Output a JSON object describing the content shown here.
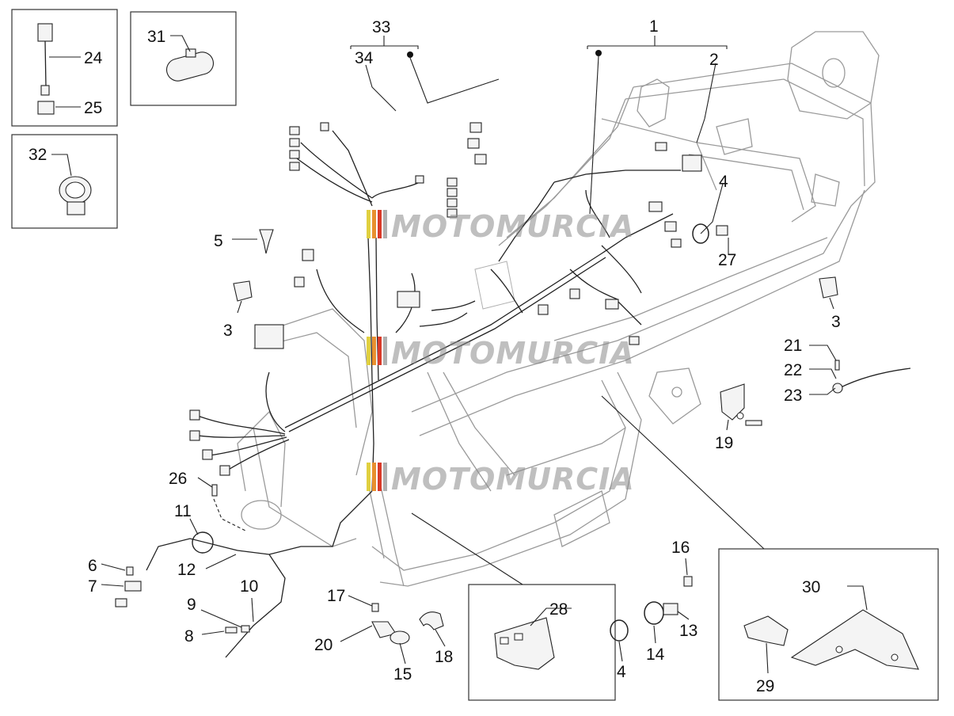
{
  "watermark": {
    "text": "MOTOMURCIA",
    "stripe_colors": [
      "#e0d040",
      "#e89030",
      "#d83a2a",
      "#b0b0b0"
    ]
  },
  "labels": {
    "l1": "1",
    "l2": "2",
    "l3a": "3",
    "l3b": "3",
    "l4a": "4",
    "l4b": "4",
    "l5": "5",
    "l6": "6",
    "l7": "7",
    "l8": "8",
    "l9": "9",
    "l10": "10",
    "l11": "11",
    "l12": "12",
    "l13": "13",
    "l14": "14",
    "l15": "15",
    "l16": "16",
    "l17": "17",
    "l18": "18",
    "l19": "19",
    "l20": "20",
    "l21": "21",
    "l22": "22",
    "l23": "23",
    "l24": "24",
    "l25": "25",
    "l26": "26",
    "l27": "27",
    "l28": "28",
    "l29": "29",
    "l30": "30",
    "l31": "31",
    "l32": "32",
    "l33": "33",
    "l34": "34"
  }
}
